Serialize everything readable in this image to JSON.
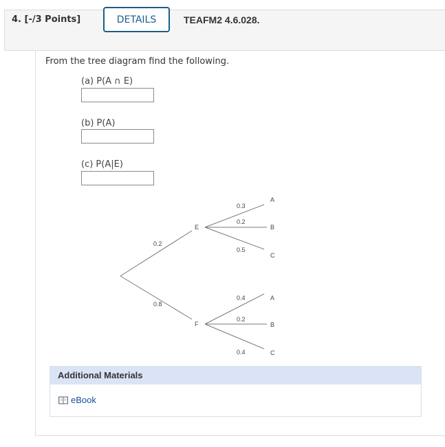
{
  "question": {
    "number_points": "4.  [-/3 Points]",
    "details_label": "DETAILS",
    "code": "TEAFM2 4.6.028."
  },
  "prompt": "From the tree diagram find the following.",
  "parts": [
    {
      "label": "(a) P(A ∩ E)",
      "value": ""
    },
    {
      "label": "(b) P(A)",
      "value": ""
    },
    {
      "label": "(c) P(A|E)",
      "value": ""
    }
  ],
  "tree": {
    "first_branches": [
      {
        "node": "E",
        "prob": "0.2"
      },
      {
        "node": "F",
        "prob": "0.8"
      }
    ],
    "E_branches": [
      {
        "node": "A",
        "prob": "0.3"
      },
      {
        "node": "B",
        "prob": "0.2"
      },
      {
        "node": "C",
        "prob": "0.5"
      }
    ],
    "F_branches": [
      {
        "node": "A",
        "prob": "0.4"
      },
      {
        "node": "B",
        "prob": "0.2"
      },
      {
        "node": "C",
        "prob": "0.4"
      }
    ]
  },
  "materials": {
    "title": "Additional Materials",
    "ebook_label": "eBook"
  },
  "colors": {
    "accent": "#1a5d8c",
    "materials_header": "#dbe4f6",
    "link": "#1a4f9c"
  }
}
